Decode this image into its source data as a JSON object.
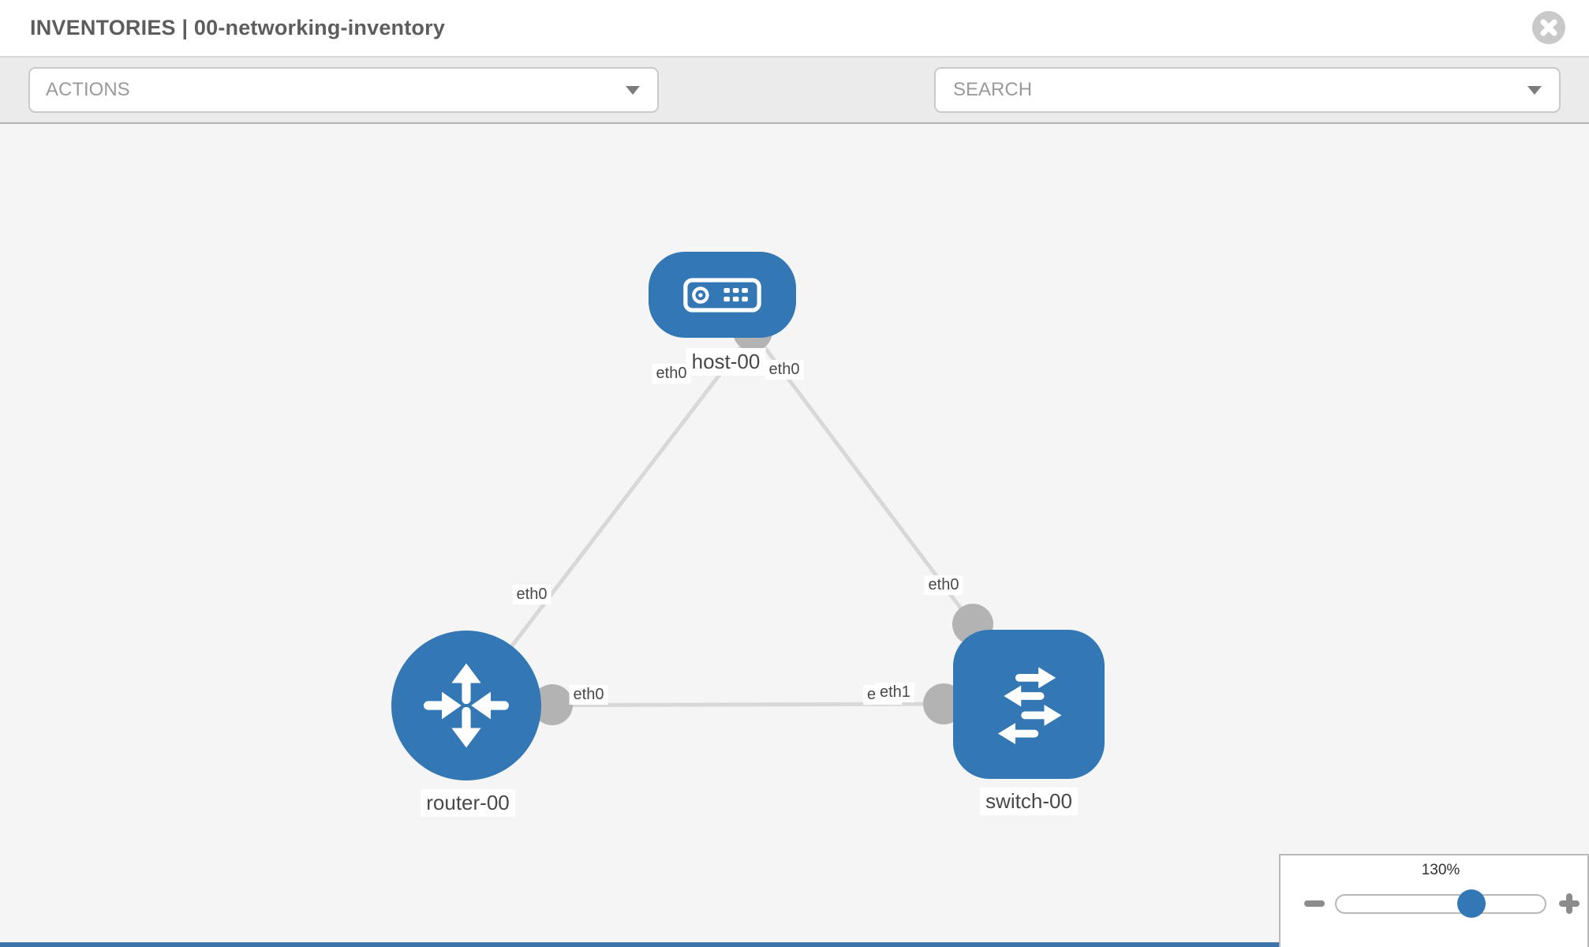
{
  "header": {
    "title": "INVENTORIES | 00-networking-inventory",
    "close_icon": "close-x"
  },
  "toolbar": {
    "actions_dropdown": {
      "label": "ACTIONS"
    },
    "icons": [
      "wrench-icon",
      "key-icon"
    ],
    "search_box": {
      "placeholder": "SEARCH",
      "value": ""
    }
  },
  "topology": {
    "nodes": [
      {
        "id": "host-00",
        "type": "host",
        "label": "host-00"
      },
      {
        "id": "router-00",
        "type": "router",
        "label": "router-00"
      },
      {
        "id": "switch-00",
        "type": "switch",
        "label": "switch-00"
      }
    ],
    "links": [
      {
        "from": "host-00",
        "from_interface": "eth0",
        "to": "router-00",
        "to_interface": "eth0"
      },
      {
        "from": "host-00",
        "from_interface": "eth0",
        "to": "switch-00",
        "to_interface": "eth0"
      },
      {
        "from": "router-00",
        "from_interface": "eth0",
        "to": "switch-00",
        "to_interface": "eth1"
      }
    ],
    "interface_labels": {
      "host_side_left": "eth0",
      "host_side_right": "eth0",
      "router_top": "eth0",
      "router_right": "eth0",
      "switch_top": "eth0",
      "switch_left_under": "eth0",
      "switch_left_over": "eth1"
    }
  },
  "zoom_control": {
    "value": "130%",
    "minus_icon": "minus",
    "plus_icon": "plus",
    "slider_percent": 65
  },
  "colors": {
    "node_blue": "#3377b5",
    "edge_gray": "#d8d8d8",
    "connector_gray": "#b3b3b3",
    "canvas_bg": "#f5f5f5",
    "toolbar_bg": "#ebebeb",
    "accent_strip": "#3c74ab"
  }
}
